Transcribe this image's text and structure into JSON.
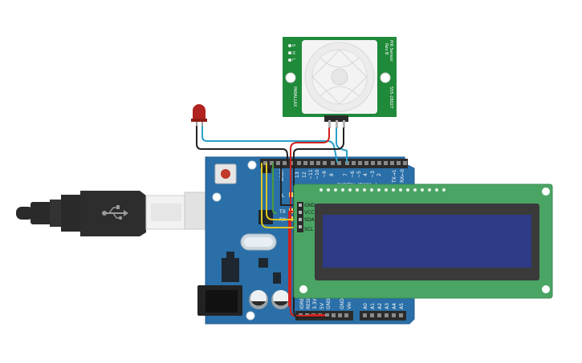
{
  "colors": {
    "board_blue": "#2a6fa8",
    "board_dark": "#1f5a8c",
    "header_black": "#2b2b2b",
    "lcd_pcb": "#4aa564",
    "lcd_frame": "#3a3a3a",
    "lcd_screen": "#2f3b86",
    "pir_pcb": "#1f8a3a",
    "led_red": "#b0231e",
    "wire_red": "#d0211d",
    "wire_black": "#222222",
    "wire_blue": "#2aa0c8",
    "wire_yellow": "#e0c61e",
    "usb_cable": "#2a2a2a",
    "usb_plug": "#e8e8e8"
  },
  "arduino": {
    "aref": "AREF",
    "digital": "DIGITAL (PWM~)",
    "pins_top": [
      "13",
      "12",
      "~11",
      "~10",
      "~9",
      "8",
      "7",
      "~6",
      "~5",
      "4",
      "~3",
      "2",
      "TX→1",
      "RX←0"
    ],
    "pins_bottom_power": [
      "IOREF",
      "RESET",
      "3.3V",
      "5V",
      "GND",
      "GND",
      "Vin"
    ],
    "pins_bottom_analog": [
      "A0",
      "A1",
      "A2",
      "A3",
      "A4",
      "A5"
    ],
    "led_l": "L",
    "led_tx": "TX",
    "led_rx": "RX"
  },
  "lcd": {
    "pins": [
      "GND",
      "VCC",
      "SDA",
      "SCL"
    ]
  },
  "pir": {
    "labels_left": [
      "S",
      "H",
      "L"
    ],
    "maker": "PARALLAX",
    "title": "PIR Sensor",
    "rev": "Rev B",
    "part": "555-28027"
  },
  "icons": {
    "usb": "usb-icon"
  }
}
